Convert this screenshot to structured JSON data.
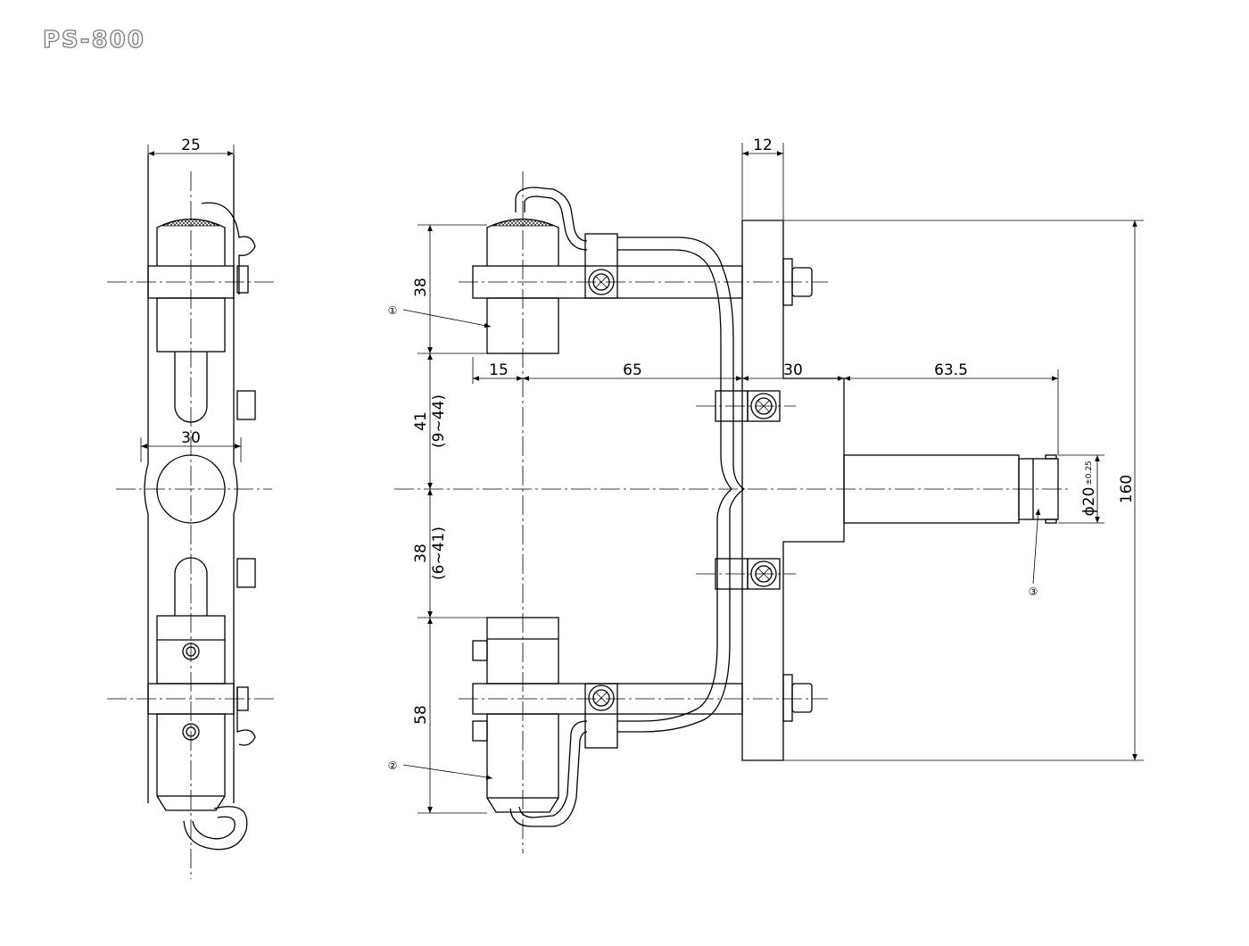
{
  "title": "PS-800",
  "side_view": {
    "dims": {
      "width_top": "25",
      "width_mid": "30"
    }
  },
  "front_view": {
    "dims": {
      "d12": "12",
      "d38_top": "38",
      "d15": "15",
      "d65": "65",
      "d30": "30",
      "d63_5": "63.5",
      "d41": "41",
      "d41_range": "(9~44)",
      "d38_mid": "38",
      "d38_range": "(6~41)",
      "d58": "58",
      "d160": "160",
      "diameter": "ϕ20",
      "tolerance": "±0.25"
    },
    "callouts": [
      "①",
      "②",
      "③"
    ]
  }
}
